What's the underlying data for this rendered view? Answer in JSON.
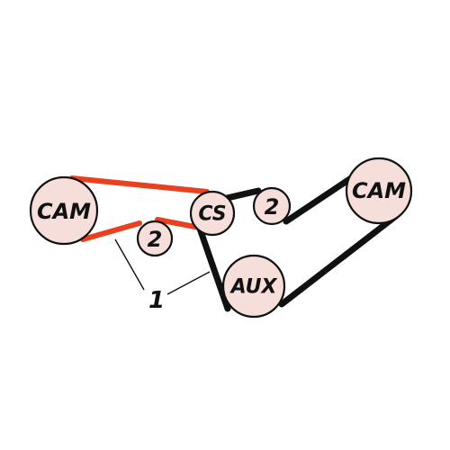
{
  "pulleys": {
    "cam_left": {
      "label": "CAM"
    },
    "cam_right": {
      "label": "CAM"
    },
    "crankshaft": {
      "label": "CS"
    },
    "aux": {
      "label": "AUX"
    },
    "idler_upper": {
      "label": "2"
    },
    "idler_lower": {
      "label": "2"
    }
  },
  "callout": {
    "label": "1"
  },
  "colors": {
    "primary_belt": "#e8411f",
    "secondary_belt": "#111111",
    "pulley_fill": "#f6dfda"
  }
}
